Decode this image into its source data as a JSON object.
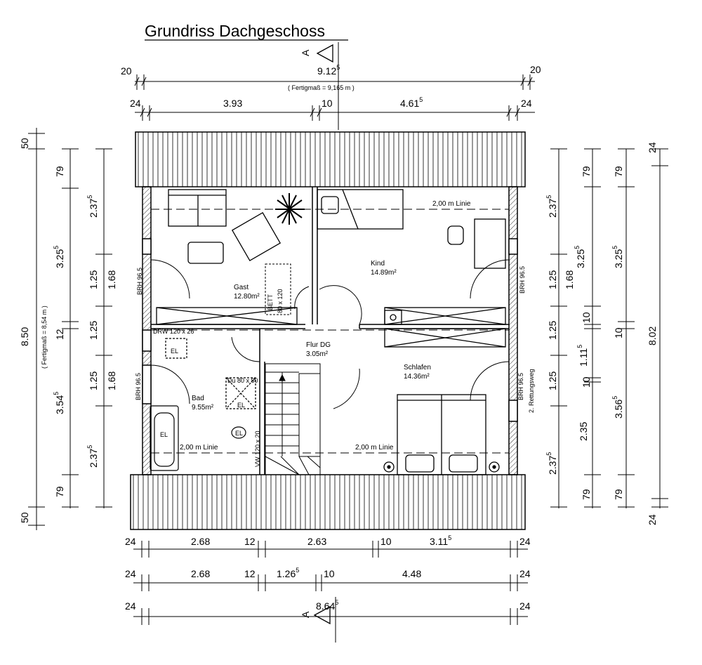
{
  "title": "Grundriss Dachgeschoss",
  "section_marker": "A",
  "top_dims": {
    "total": "9.12",
    "total_sup": "5",
    "left_offset": "20",
    "right_offset": "20",
    "fertigmass": "( Fertigmaß = 9,165 m )",
    "seg_left_wall": "24",
    "seg_left": "3.93",
    "seg_mid": "10",
    "seg_right": "4.61",
    "seg_right_sup": "5",
    "seg_right_wall": "24"
  },
  "bottom_dims": {
    "row1": [
      "24",
      "2.68",
      "12",
      "2.63",
      "10",
      "3.11",
      "24"
    ],
    "row1_sup": "5",
    "row2": [
      "24",
      "2.68",
      "12",
      "1.26",
      "10",
      "4.48",
      "24"
    ],
    "row2_sup": "5",
    "row3": [
      "24",
      "8.64",
      "24"
    ],
    "row3_sup": "5"
  },
  "left_dims": {
    "total": "8.50",
    "fertigmass": "( Fertigmaß = 8,54 m )",
    "top_overhang": "50",
    "bottom_overhang": "50",
    "a_79_top": "79",
    "a_325": "3.25",
    "a_325_sup": "5",
    "a_12": "12",
    "a_354": "3.54",
    "a_354_sup": "5",
    "a_79_bot": "79",
    "b_237_top": "2.37",
    "b_237_top_sup": "5",
    "b_125_1": "1.25",
    "b_125_2": "1.25",
    "b_125_3": "1.25",
    "b_237_bot": "2.37",
    "b_237_bot_sup": "5",
    "c_168_top": "1.68",
    "c_168_bot": "1.68"
  },
  "right_dims": {
    "total": "8.02",
    "top_wall": "24",
    "bottom_wall": "24",
    "a_237_top": "2.37",
    "a_237_top_sup": "5",
    "a_125_1": "1.25",
    "a_125_2": "1.25",
    "a_125_3": "1.25",
    "a_235": "2.35",
    "a_237_bot": "2.37",
    "a_237_bot_sup": "5",
    "b_79_top": "79",
    "b_325": "3.25",
    "b_325_sup": "5",
    "b_168": "1.68",
    "b_10_1": "10",
    "b_111": "1.11",
    "b_111_sup": "5",
    "b_10_2": "10",
    "b_79_bot": "79",
    "c_79_top": "79",
    "c_325": "3.25",
    "c_325_sup": "5",
    "c_10": "10",
    "c_356": "3.56",
    "c_356_sup": "5",
    "c_79_bot": "79"
  },
  "rooms": [
    {
      "name": "Gast",
      "area": "12.80m²"
    },
    {
      "name": "Kind",
      "area": "14.89m²"
    },
    {
      "name": "Flur DG",
      "area": "3.05m²"
    },
    {
      "name": "Schlafen",
      "area": "14.36m²"
    },
    {
      "name": "Bad",
      "area": "9.55m²"
    }
  ],
  "labels": {
    "linie": "2,00 m Linie",
    "brh": "BRH 96.5",
    "bett": "BETT",
    "bett_size": "80 x 120",
    "drw": "DRW 120 x 26",
    "du": "Du 80 x 80",
    "vw": "VW 120 x 20",
    "rettungsweg": "2. Rettungsweg",
    "el": "EL"
  }
}
